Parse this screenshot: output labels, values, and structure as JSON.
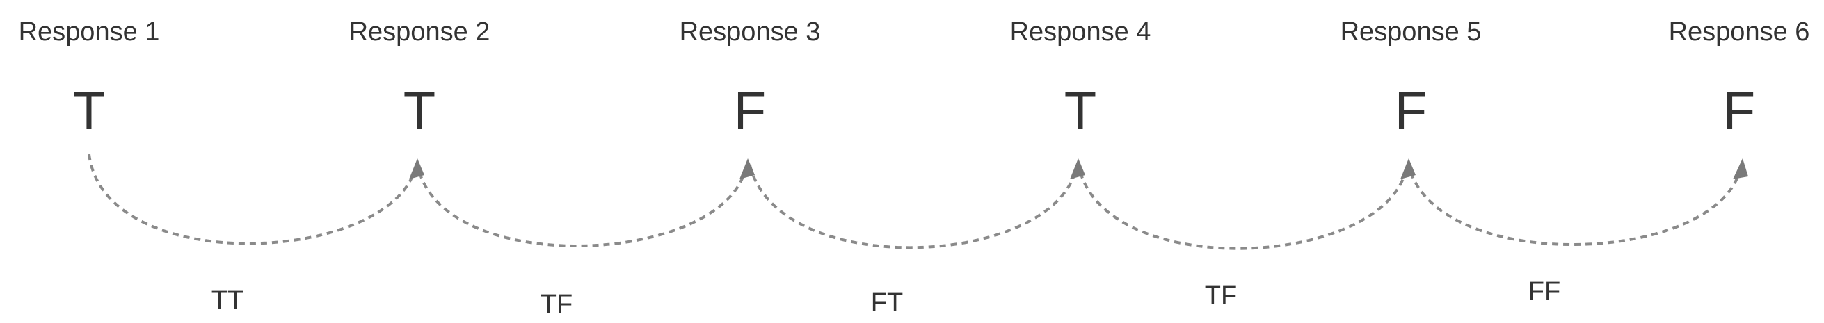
{
  "responses": [
    {
      "title": "Response 1",
      "value": "T"
    },
    {
      "title": "Response 2",
      "value": "T"
    },
    {
      "title": "Response 3",
      "value": "F"
    },
    {
      "title": "Response 4",
      "value": "T"
    },
    {
      "title": "Response 5",
      "value": "F"
    },
    {
      "title": "Response 6",
      "value": "F"
    }
  ],
  "transitions": [
    {
      "label": "TT"
    },
    {
      "label": "TF"
    },
    {
      "label": "FT"
    },
    {
      "label": "TF"
    },
    {
      "label": "FF"
    }
  ],
  "colors": {
    "text": "#333333",
    "arc": "#8a8a8a"
  }
}
